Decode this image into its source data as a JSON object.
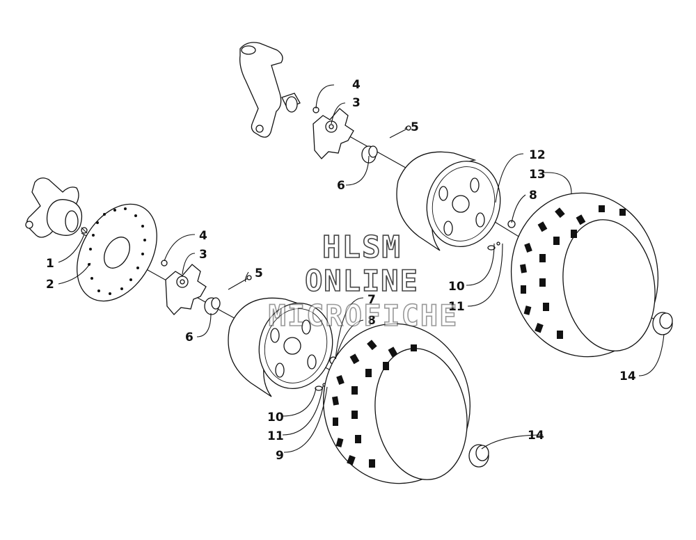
{
  "watermark": {
    "line1": "HLSM",
    "line2": "ONLINE",
    "line3": "MICROFICHE"
  },
  "callouts": {
    "c1": "1",
    "c2": "2",
    "c3a": "3",
    "c3b": "3",
    "c4a": "4",
    "c4b": "4",
    "c5a": "5",
    "c5b": "5",
    "c6a": "6",
    "c6b": "6",
    "c7": "7",
    "c8a": "8",
    "c8b": "8",
    "c9": "9",
    "c10a": "10",
    "c10b": "10",
    "c11a": "11",
    "c11b": "11",
    "c12": "12",
    "c13": "13",
    "c14a": "14",
    "c14b": "14"
  }
}
